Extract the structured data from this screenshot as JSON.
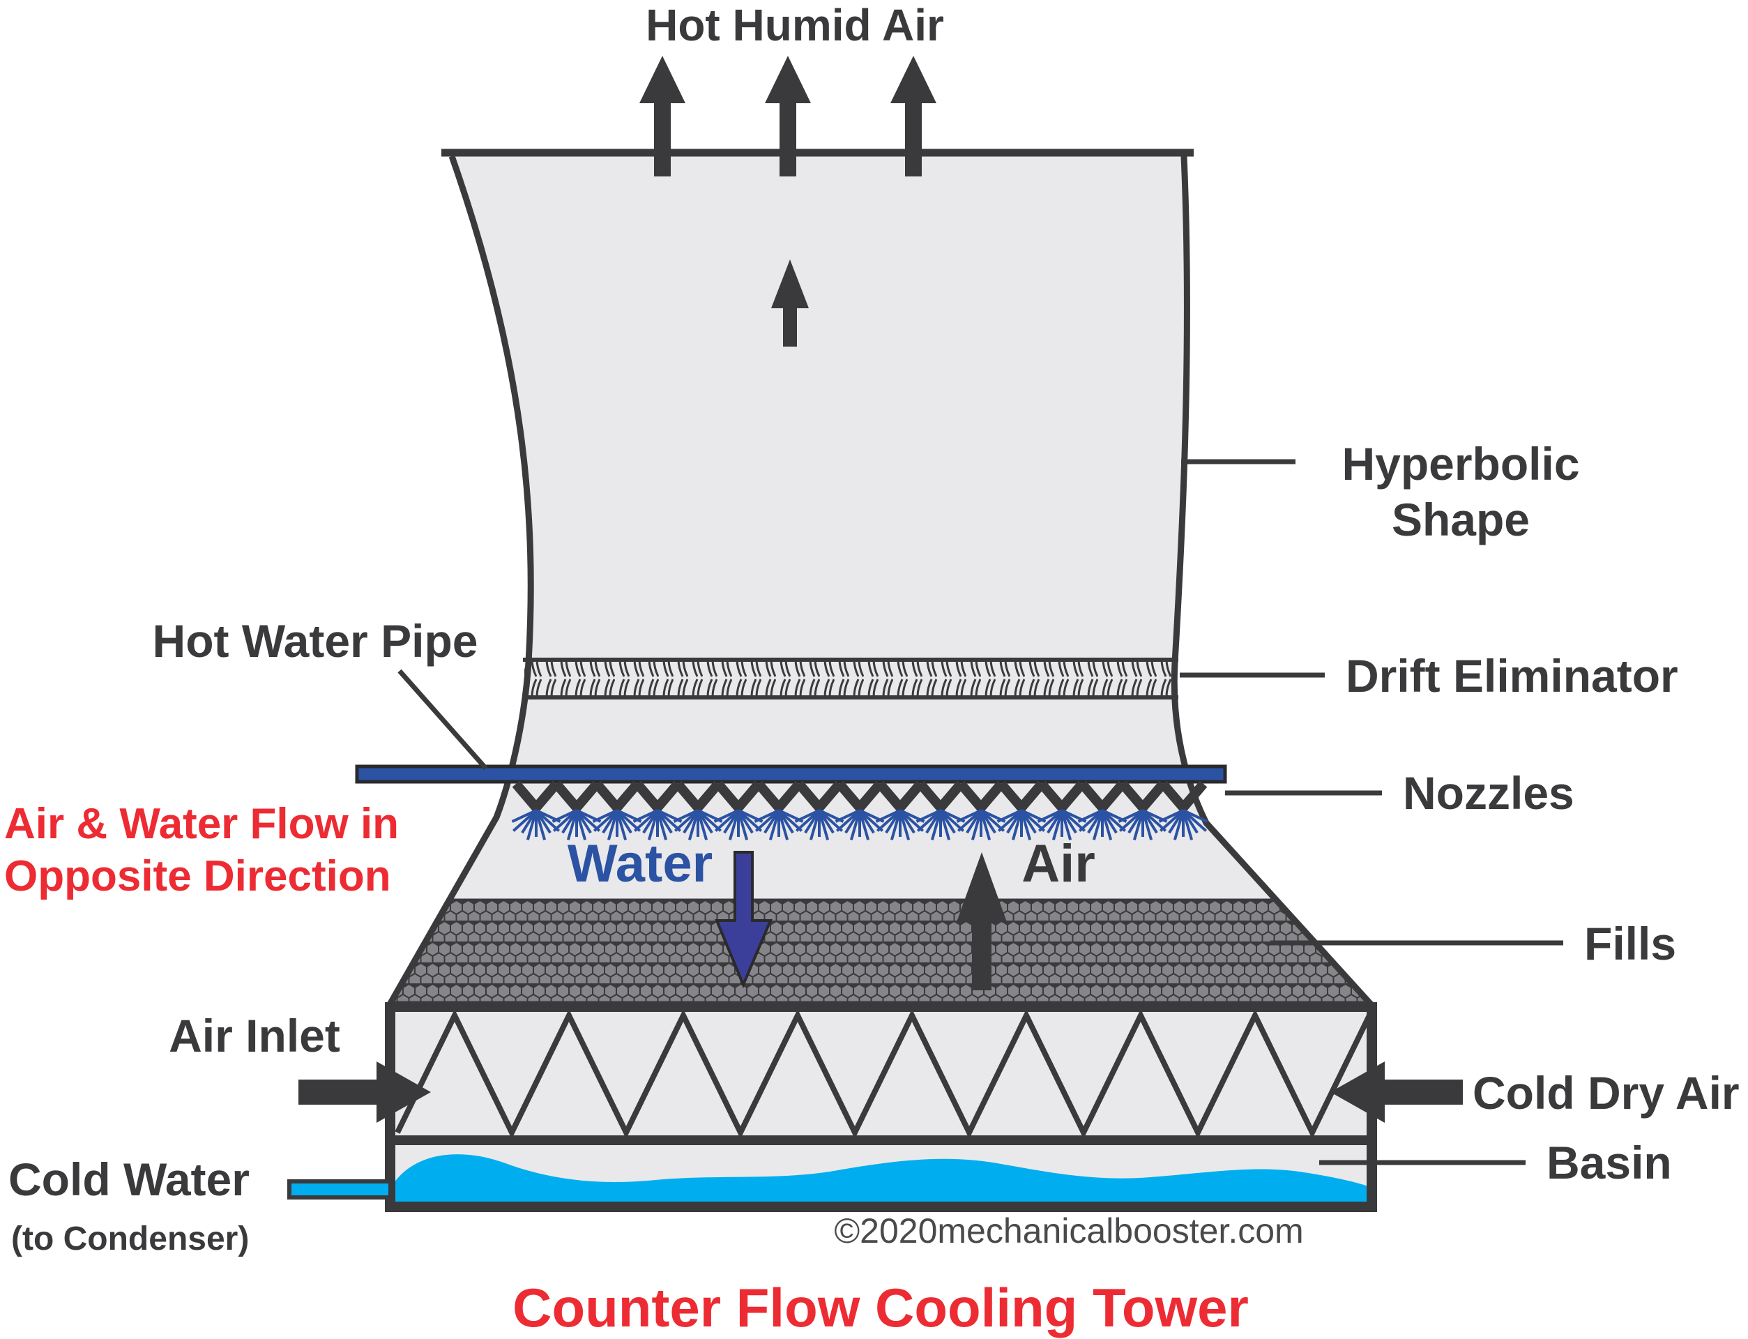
{
  "diagram": {
    "top_label": "Hot Humid Air",
    "labels_right": {
      "hyperbolic_line1": "Hyperbolic",
      "hyperbolic_line2": "Shape",
      "drift_eliminator": "Drift Eliminator",
      "nozzles": "Nozzles",
      "fills": "Fills",
      "cold_dry_air": "Cold Dry Air",
      "basin": "Basin"
    },
    "labels_left": {
      "hot_water_pipe": "Hot Water Pipe",
      "note_line1": "Air & Water Flow in",
      "note_line2": "Opposite Direction",
      "air_inlet": "Air Inlet",
      "cold_water": "Cold Water",
      "cold_water_sub": "(to Condenser)"
    },
    "labels_inner": {
      "water": "Water",
      "air": "Air"
    },
    "footer": {
      "copyright": "©2020mechanicalbooster.com",
      "title": "Counter Flow Cooling Tower"
    },
    "colors": {
      "outline_dark": "#3a3a3c",
      "accent_red": "#ed2b33",
      "pipe_blue": "#2b52a3",
      "water_arrow_blue": "#3c3f99",
      "basin_cyan": "#00aeef",
      "shell_gray": "#e9e9eb",
      "fills_gray": "#85858a",
      "copyright_gray": "#4a4a4c"
    }
  }
}
